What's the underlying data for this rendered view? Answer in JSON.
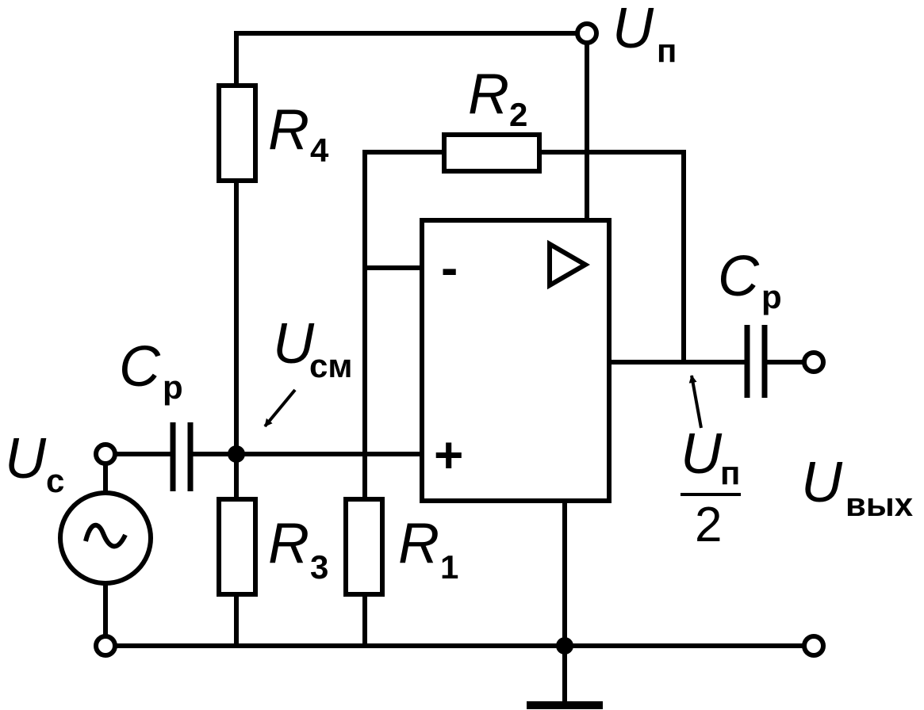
{
  "labels": {
    "supply": {
      "symbol": "U",
      "subscript": "п"
    },
    "r1": {
      "symbol": "R",
      "subscript": "1"
    },
    "r2": {
      "symbol": "R",
      "subscript": "2"
    },
    "r3": {
      "symbol": "R",
      "subscript": "3"
    },
    "r4": {
      "symbol": "R",
      "subscript": "4"
    },
    "cap_in": {
      "symbol": "C",
      "subscript": "р"
    },
    "cap_out": {
      "symbol": "C",
      "subscript": "р"
    },
    "bias": {
      "symbol": "U",
      "subscript": "см"
    },
    "source": {
      "symbol": "U",
      "subscript": "с"
    },
    "output": {
      "symbol": "U",
      "subscript": "вых"
    },
    "midpoint": {
      "symbol": "U",
      "subscript": "п",
      "denominator": "2"
    },
    "opamp": {
      "minus": "-",
      "plus": "+",
      "triangle_icon": "triangle-amplifier-icon"
    },
    "source_icon": "sine-wave-icon"
  }
}
